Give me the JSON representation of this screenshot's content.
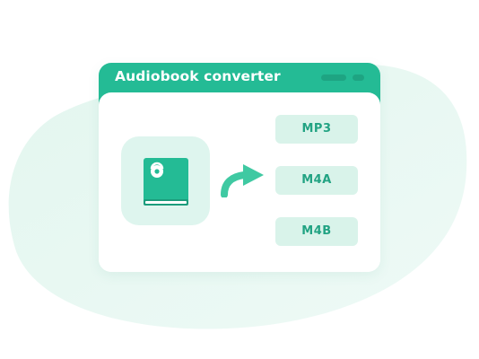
{
  "window": {
    "title": "Audiobook converter"
  },
  "formats": [
    {
      "label": "MP3"
    },
    {
      "label": "M4A"
    },
    {
      "label": "M4B"
    }
  ],
  "icons": {
    "source": "audiobook-icon",
    "convert": "curved-arrow-icon"
  },
  "colors": {
    "accent": "#24bb95",
    "accent_dark": "#1ea482",
    "tile_bg": "#def5ee",
    "button_bg": "#d9f3ea",
    "button_text": "#22a383",
    "blob_bg": "#e6f7f1"
  }
}
